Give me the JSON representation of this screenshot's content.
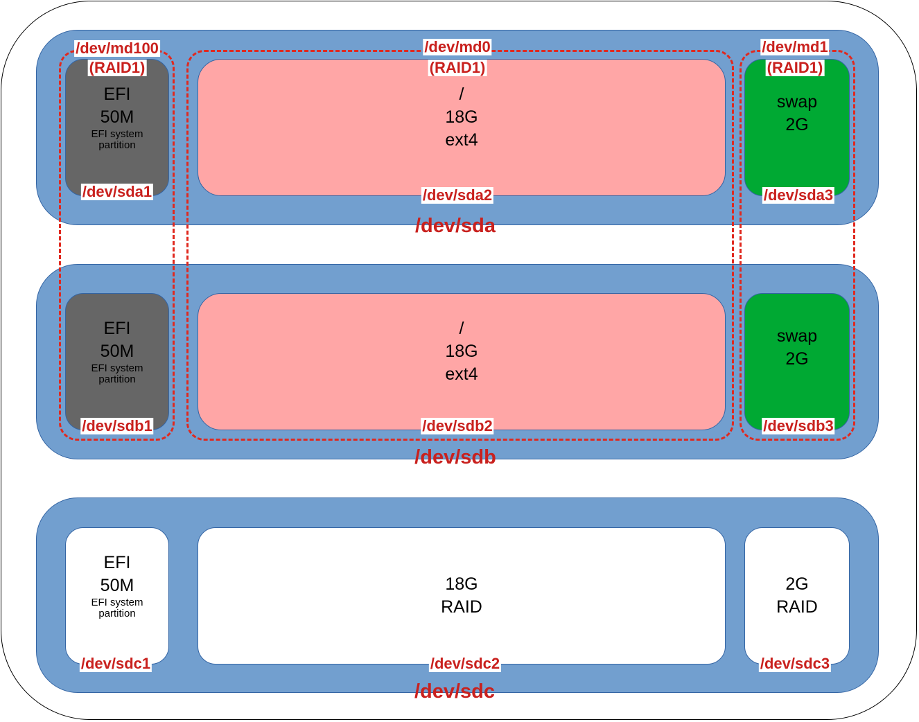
{
  "disks": [
    {
      "name": "/dev/sda",
      "partitions": [
        {
          "lines": [
            "EFI",
            "50M"
          ],
          "note": [
            "EFI system",
            "partition"
          ],
          "device": "/dev/sda1"
        },
        {
          "lines": [
            "/",
            "18G",
            "ext4"
          ],
          "device": "/dev/sda2"
        },
        {
          "lines": [
            "swap",
            "2G"
          ],
          "device": "/dev/sda3"
        }
      ]
    },
    {
      "name": "/dev/sdb",
      "partitions": [
        {
          "lines": [
            "EFI",
            "50M"
          ],
          "note": [
            "EFI system",
            "partition"
          ],
          "device": "/dev/sdb1"
        },
        {
          "lines": [
            "/",
            "18G",
            "ext4"
          ],
          "device": "/dev/sdb2"
        },
        {
          "lines": [
            "swap",
            "2G"
          ],
          "device": "/dev/sdb3"
        }
      ]
    },
    {
      "name": "/dev/sdc",
      "partitions": [
        {
          "lines": [
            "EFI",
            "50M"
          ],
          "note": [
            "EFI system",
            "partition"
          ],
          "device": "/dev/sdc1"
        },
        {
          "lines": [
            "18G",
            "RAID"
          ],
          "device": "/dev/sdc2"
        },
        {
          "lines": [
            "2G",
            "RAID"
          ],
          "device": "/dev/sdc3"
        }
      ]
    }
  ],
  "raid_arrays": [
    {
      "device": "/dev/md100",
      "level": "(RAID1)"
    },
    {
      "device": "/dev/md0",
      "level": "(RAID1)"
    },
    {
      "device": "/dev/md1",
      "level": "(RAID1)"
    }
  ],
  "colors": {
    "disk_fill": "#729fcf",
    "efi_fill": "#666666",
    "root_fill": "#ffa6a6",
    "swap_fill": "#00a933",
    "unassigned_fill": "#ffffff",
    "label_red": "#c9211e",
    "raid_dash": "#e0291f"
  }
}
